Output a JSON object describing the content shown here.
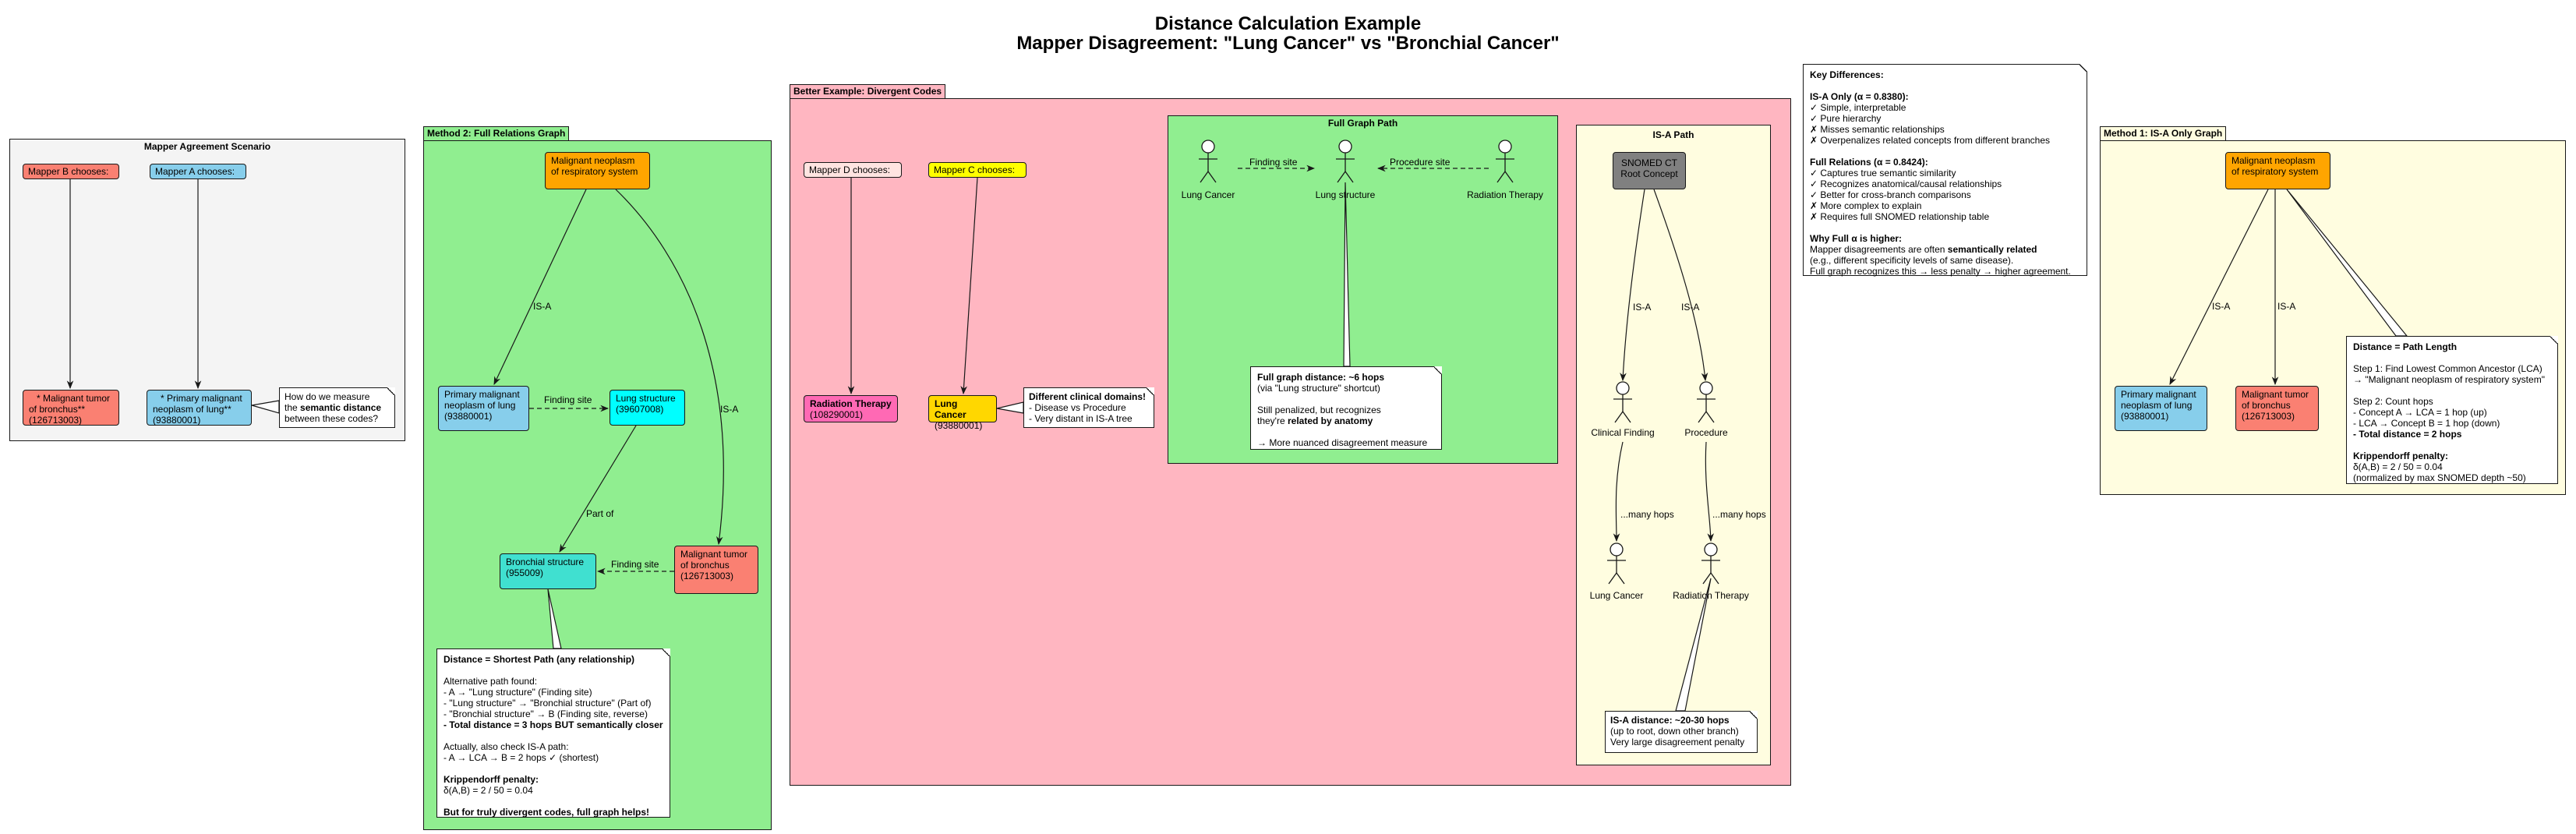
{
  "title": {
    "line1": "Distance Calculation Example",
    "line2": "Mapper Disagreement: \"Lung Cancer\" vs \"Bronchial Cancer\""
  },
  "packages": {
    "agreement": "Mapper Agreement Scenario",
    "method2": "Method 2: Full Relations Graph",
    "better": "Better Example: Divergent Codes",
    "fullgraph": "Full Graph Path",
    "isa": "IS-A Path",
    "method1": "Method 1: IS-A Only Graph"
  },
  "agreement": {
    "mapper_b": "Mapper B chooses:",
    "mapper_a": "Mapper A chooses:",
    "node_b_line1": "* Malignant tumor",
    "node_b_line2": "of bronchus**",
    "node_b_code": "(126713003)",
    "node_a_line1": "* Primary malignant",
    "node_a_line2": "neoplasm of lung**",
    "node_a_code": "(93880001)",
    "note_pre": "How do we measure\nthe ",
    "note_bold": "semantic distance",
    "note_post": "\nbetween these codes?"
  },
  "method2": {
    "root_line1": "Malignant neoplasm",
    "root_line2": "of respiratory system",
    "primary_line1": "Primary malignant",
    "primary_line2": "neoplasm of lung",
    "primary_code": "(93880001)",
    "lung_line1": "Lung structure",
    "lung_code": "(39607008)",
    "bronchial_line1": "Bronchial structure",
    "bronchial_code": "(955009)",
    "tumor_line1": "Malignant tumor",
    "tumor_line2": "of bronchus",
    "tumor_code": "(126713003)",
    "edge_isa_left": "IS-A",
    "edge_isa_right": "IS-A",
    "edge_finding1": "Finding site",
    "edge_partof": "Part of",
    "edge_finding2": "Finding site",
    "note_title": "Distance = Shortest Path (any relationship)",
    "note_body1": "Alternative path found:\n- A → \"Lung structure\" (Finding site)\n- \"Lung structure\" → \"Bronchial structure\" (Part of)\n- \"Bronchial structure\" → B (Finding site, reverse)",
    "note_total": "- Total distance = 3 hops BUT semantically closer",
    "note_body2": "Actually, also check IS-A path:\n- A → LCA → B = 2 hops ✓ (shortest)",
    "note_kripp": "Krippendorff penalty:",
    "note_kripp_val": "δ(A,B) = 2 / 50 = 0.04",
    "note_footer": "But for truly divergent codes, full graph helps!"
  },
  "better": {
    "mapper_d": "Mapper D chooses:",
    "mapper_c": "Mapper C chooses:",
    "radiation_line1": "Radiation Therapy",
    "radiation_code": "(108290001)",
    "lungcancer_line1": "Lung Cancer",
    "lungcancer_code": "(93880001)",
    "note_title": "Different clinical domains!",
    "note_body": "- Disease vs Procedure\n- Very distant in IS-A tree"
  },
  "fullgraph": {
    "actor_lung_cancer": "Lung Cancer",
    "actor_lung_structure": "Lung structure",
    "actor_radiation": "Radiation Therapy",
    "edge_finding": "Finding site",
    "edge_procedure": "Procedure site",
    "note_title": "Full graph distance: ~6 hops",
    "note_sub": "(via \"Lung structure\" shortcut)",
    "note_body_pre": "Still penalized, but recognizes\nthey're ",
    "note_body_bold": "related by anatomy",
    "note_footer": "→ More nuanced disagreement measure"
  },
  "isa": {
    "root_line1": "SNOMED CT",
    "root_line2": "Root Concept",
    "actor_clinical": "Clinical Finding",
    "actor_procedure": "Procedure",
    "actor_lung_cancer": "Lung Cancer",
    "actor_radiation": "Radiation Therapy",
    "edge_isa_left": "IS-A",
    "edge_isa_right": "IS-A",
    "edge_hops_left": "...many hops",
    "edge_hops_right": "...many hops",
    "note_title": "IS-A distance: ~20-30 hops",
    "note_body": "(up to root, down other branch)\nVery large disagreement penalty"
  },
  "keydiff": {
    "heading": "Key Differences:",
    "isa_heading": "IS-A Only (α = 0.8380):",
    "isa_items": [
      "✓ Simple, interpretable",
      "✓ Pure hierarchy",
      "✗ Misses semantic relationships",
      "✗ Overpenalizes related concepts from different branches"
    ],
    "full_heading": "Full Relations (α = 0.8424):",
    "full_items": [
      "✓ Captures true semantic similarity",
      "✓ Recognizes anatomical/causal relationships",
      "✓ Better for cross-branch comparisons",
      "✗ More complex to explain",
      "✗ Requires full SNOMED relationship table"
    ],
    "why_heading": "Why Full α is higher:",
    "why_pre": "Mapper disagreements are often ",
    "why_bold": "semantically related",
    "why_line2": "(e.g., different specificity levels of same disease).",
    "why_line3": "Full graph recognizes this → less penalty → higher agreement."
  },
  "method1": {
    "root_line1": "Malignant neoplasm",
    "root_line2": "of respiratory system",
    "primary_line1": "Primary malignant",
    "primary_line2": "neoplasm of lung",
    "primary_code": "(93880001)",
    "tumor_line1": "Malignant tumor",
    "tumor_line2": "of bronchus",
    "tumor_code": "(126713003)",
    "edge_isa_left": "IS-A",
    "edge_isa_right": "IS-A",
    "note_title": "Distance = Path Length",
    "note_step1": "Step 1: Find Lowest Common Ancestor (LCA)\n→ \"Malignant neoplasm of respiratory system\"",
    "note_step2": "Step 2: Count hops\n- Concept A → LCA = 1 hop (up)\n- LCA → Concept B = 1 hop (down)",
    "note_total": "- Total distance = 2 hops",
    "note_kripp": "Krippendorff penalty:",
    "note_kripp_val": "δ(A,B) = 2 / 50 = 0.04\n(normalized by max SNOMED depth ~50)"
  },
  "colors": {
    "agreement_bg": "#f4f4f4",
    "method2_bg": "#90ee90",
    "better_bg": "#ffb6c1",
    "fullgraph_bg": "#90ee90",
    "isa_bg": "#fffde0",
    "method1_bg": "#fffde0",
    "orange": "#ffa500",
    "salmon": "#fa8072",
    "skyblue": "#87ceeb",
    "cyan": "#00ffff",
    "turquoise": "#40e0d0",
    "hotpink": "#ff69b4",
    "gold": "#ffd700",
    "yellow": "#ffff00",
    "gray": "#808080",
    "pink_light": "#ffe4e1"
  }
}
